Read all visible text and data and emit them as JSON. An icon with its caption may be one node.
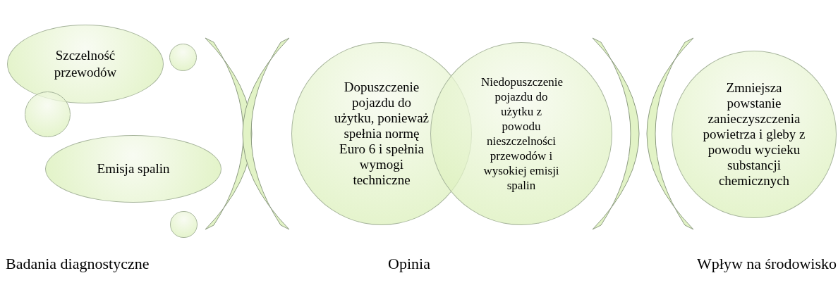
{
  "diagram": {
    "nodes": [
      {
        "text": [
          "Szczelność przewodów"
        ]
      },
      {
        "text": [],
        "shape": "circle"
      },
      {
        "text": [],
        "shape": "circle"
      },
      {
        "text": [
          "Emisja spalin"
        ]
      },
      {
        "text": [],
        "shape": "circle"
      },
      {
        "text": [],
        "shape": "arc"
      },
      {
        "text": [],
        "shape": "arc"
      },
      {
        "text": [
          "Dopuszczenie pojazdu do użytku, ponieważ spełnia normę Euro 6 i spełnia wymogi techniczne"
        ]
      },
      {
        "text": [
          "Niedopuszczenie pojazdu do użytku z powodu nieszczelności przewodów i wysokiej emisji spalin"
        ]
      },
      {
        "text": [],
        "shape": "arc"
      },
      {
        "text": [],
        "shape": "arc"
      },
      {
        "text": [
          "Zmniejsza powstanie zanieczyszczenia powietrza i gleby z powodu wycieku substancji chemicznych"
        ]
      }
    ],
    "labels": [
      "Badania diagnostyczne",
      "Opinia",
      "Wpływ na środowisko"
    ]
  }
}
